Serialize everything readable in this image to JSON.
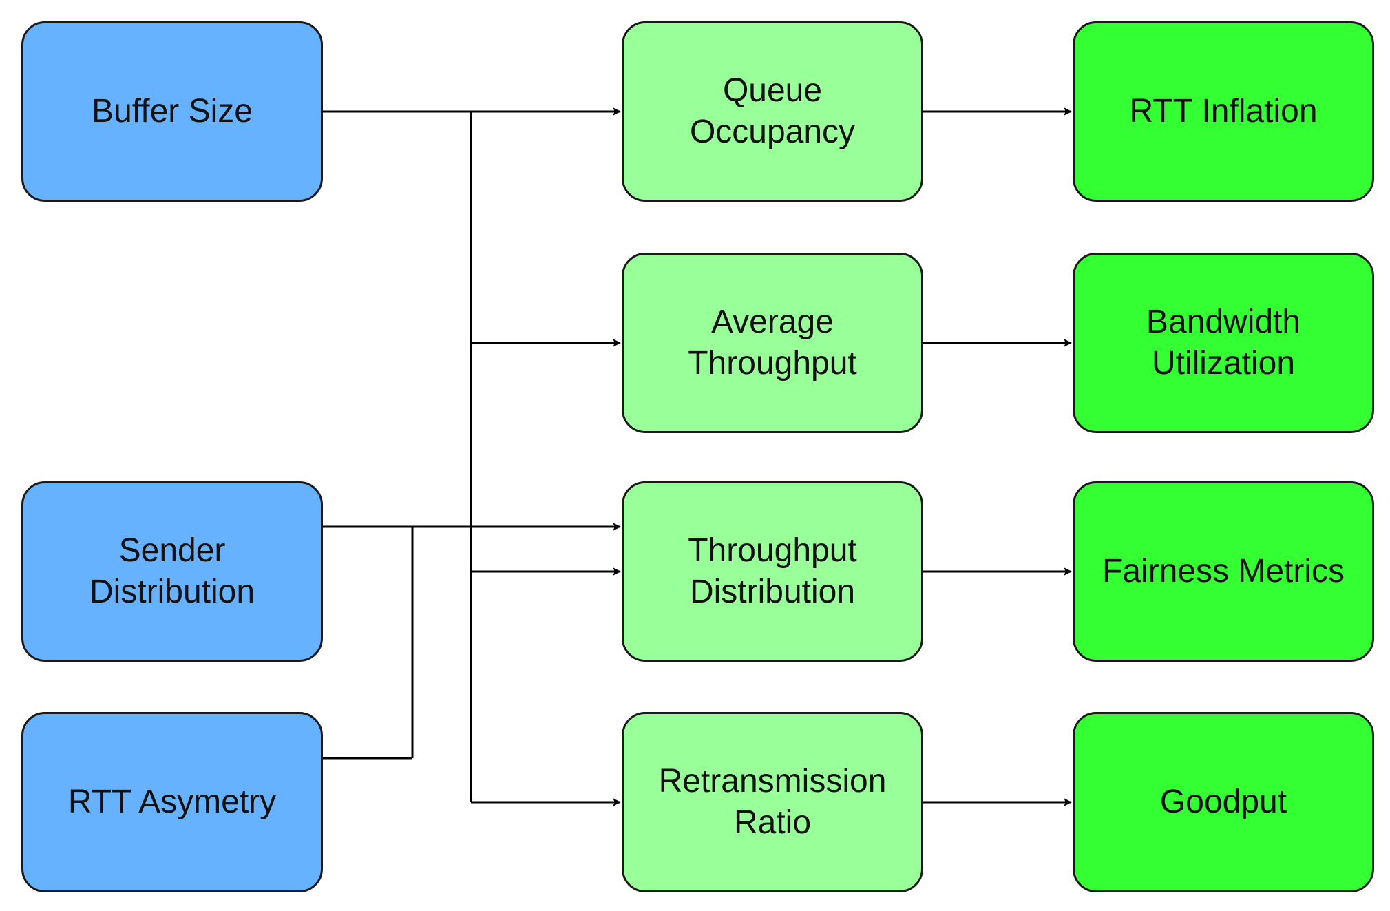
{
  "colors": {
    "input": "#66b2ff",
    "intermediate": "#99ff99",
    "output": "#33ff33",
    "line": "#000000"
  },
  "inputs": {
    "buffer_size": "Buffer Size",
    "sender_distribution": "Sender Distribution",
    "rtt_asymmetry": "RTT Asymetry"
  },
  "intermediate": {
    "queue_occupancy": "Queue Occupancy",
    "average_throughput": "Average Throughput",
    "throughput_distribution": "Throughput Distribution",
    "retransmission_ratio": "Retransmission Ratio"
  },
  "outputs": {
    "rtt_inflation": "RTT Inflation",
    "bandwidth_utilization": "Bandwidth Utilization",
    "fairness_metrics": "Fairness Metrics",
    "goodput": "Goodput"
  }
}
